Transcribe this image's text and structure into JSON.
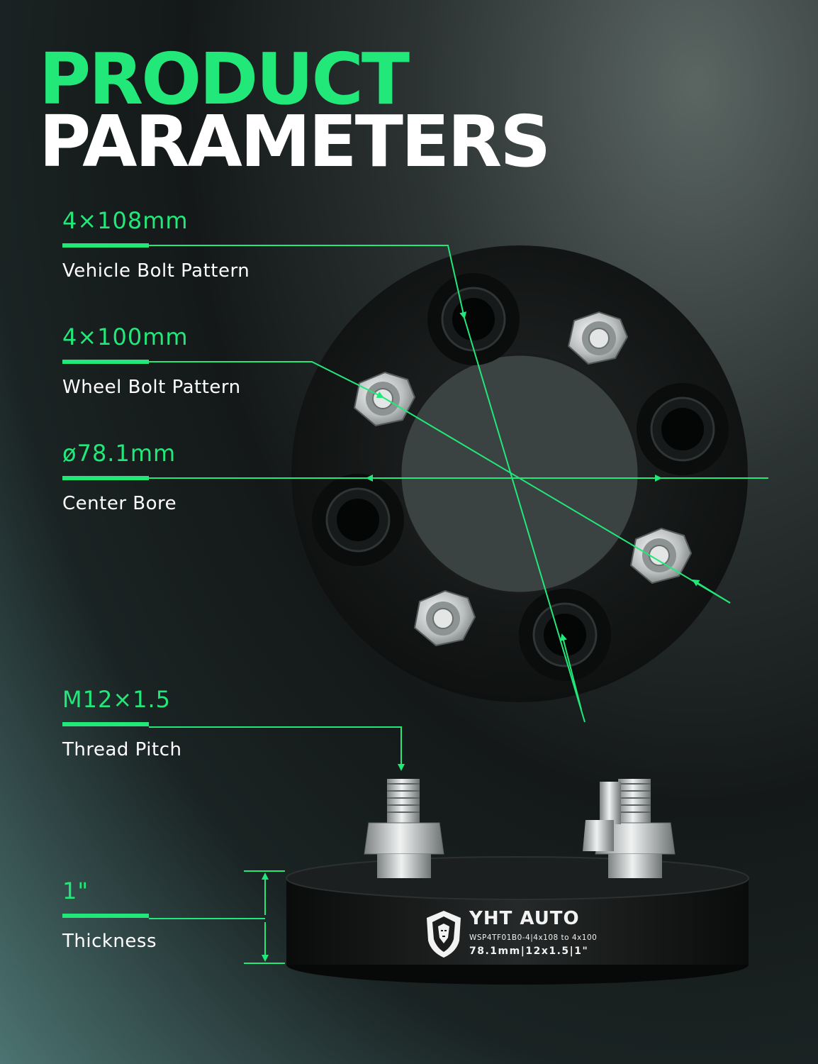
{
  "title": {
    "line1": "PRODUCT",
    "line2": "PARAMETERS"
  },
  "colors": {
    "accent": "#22e87a",
    "title_white": "#ffffff",
    "spacer_black": "#141414",
    "hardware_silver": "#c9cccc"
  },
  "specs": [
    {
      "value": "4×108mm",
      "label": "Vehicle Bolt Pattern"
    },
    {
      "value": "4×100mm",
      "label": "Wheel Bolt Pattern"
    },
    {
      "value": "ø78.1mm",
      "label": "Center Bore"
    },
    {
      "value": "M12×1.5",
      "label": "Thread Pitch"
    },
    {
      "value": "1\"",
      "label": "Thickness"
    }
  ],
  "brand": {
    "name": "YHT AUTO",
    "model_line": "WSP4TF01B0-4|4x108 to 4x100",
    "spec_line": "78.1mm|12x1.5|1\"",
    "logo_icon": "lion-head-shield-icon"
  }
}
